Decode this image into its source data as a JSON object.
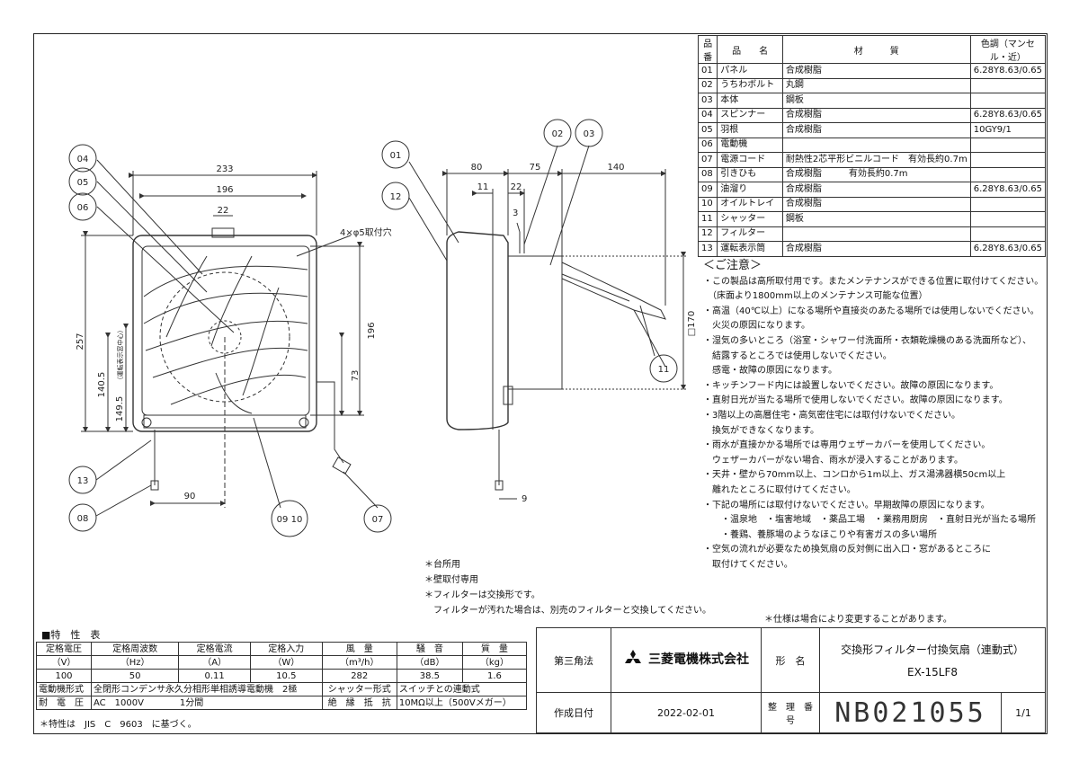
{
  "callouts": {
    "c01": "01",
    "c02": "02",
    "c03": "03",
    "c04": "04",
    "c05": "05",
    "c06": "06",
    "c07": "07",
    "c08": "08",
    "c0910": "09 10",
    "c11": "11",
    "c12": "12",
    "c13": "13"
  },
  "dims": {
    "d233": "233",
    "d196a": "196",
    "d22": "22",
    "d257": "257",
    "d196b": "196",
    "d73": "73",
    "d1405": "140.5",
    "d1495": "149.5",
    "d1495note": "（運転表示窓中心）",
    "d90": "90",
    "holes": "4×φ5取付穴",
    "d80": "80",
    "d75": "75",
    "d140": "140",
    "d11": "11",
    "d22b": "22",
    "d3": "3",
    "d170": "□170",
    "d9": "9"
  },
  "parts": {
    "headers": [
      "品番",
      "品　　名",
      "材　　　質",
      "色調（マンセル・近）"
    ],
    "rows": [
      {
        "no": "01",
        "name": "パネル",
        "material": "合成樹脂",
        "color": "6.28Y8.63/0.65"
      },
      {
        "no": "02",
        "name": "うちわボルト",
        "material": "丸鋼",
        "color": ""
      },
      {
        "no": "03",
        "name": "本体",
        "material": "鋼板",
        "color": ""
      },
      {
        "no": "04",
        "name": "スピンナー",
        "material": "合成樹脂",
        "color": "6.28Y8.63/0.65"
      },
      {
        "no": "05",
        "name": "羽根",
        "material": "合成樹脂",
        "color": "10GY9/1"
      },
      {
        "no": "06",
        "name": "電動機",
        "material": "",
        "color": ""
      },
      {
        "no": "07",
        "name": "電源コード",
        "material": "耐熱性2芯平形ビニルコード　有効長約0.7m",
        "color": ""
      },
      {
        "no": "08",
        "name": "引きひも",
        "material": "合成樹脂　　　有効長約0.7m",
        "color": ""
      },
      {
        "no": "09",
        "name": "油溜り",
        "material": "合成樹脂",
        "color": "6.28Y8.63/0.65"
      },
      {
        "no": "10",
        "name": "オイルトレイ",
        "material": "合成樹脂",
        "color": ""
      },
      {
        "no": "11",
        "name": "シャッター",
        "material": "鋼板",
        "color": ""
      },
      {
        "no": "12",
        "name": "フィルター",
        "material": "",
        "color": ""
      },
      {
        "no": "13",
        "name": "運転表示筒",
        "material": "合成樹脂",
        "color": "6.28Y8.63/0.65"
      }
    ]
  },
  "notes": {
    "title": "＜ご注意＞",
    "lines": [
      "・この製品は高所取付用です。またメンテナンスができる位置に取付けてください。",
      "　（床面より1800mm以上のメンテナンス可能な位置）",
      "・高温（40℃以上）になる場所や直接炎のあたる場所では使用しないでください。",
      "　火災の原因になります。",
      "・湿気の多いところ（浴室・シャワー付洗面所・衣類乾燥機のある洗面所など）、",
      "　結露するところでは使用しないでください。",
      "　感電・故障の原因になります。",
      "・キッチンフード内には設置しないでください。故障の原因になります。",
      "・直射日光が当たる場所で使用しないでください。故障の原因になります。",
      "・3階以上の高層住宅・高気密住宅には取付けないでください。",
      "　換気ができなくなります。",
      "・雨水が直接かかる場所では専用ウェザーカバーを使用してください。",
      "　ウェザーカバーがない場合、雨水が浸入することがあります。",
      "・天井・壁から70mm以上、コンロから1m以上、ガス湯沸器横50cm以上",
      "　離れたところに取付けてください。",
      "・下記の場所には取付けないでください。早期故障の原因になります。",
      "　　・温泉地　・塩害地域　・薬品工場　・業務用厨房　・直射日光が当たる場所",
      "　　・養鶏、養豚場のようなほこりや有害ガスの多い場所",
      "・空気の流れが必要なため換気扇の反対側に出入口・窓があるところに",
      "　取付けてください。"
    ]
  },
  "misc": [
    "＊台所用",
    "＊壁取付専用",
    "＊フィルターは交換形です。",
    "　フィルターが汚れた場合は、別売のフィルターと交換してください。"
  ],
  "spec_note": "＊仕様は場合により変更することがあります。",
  "specs": {
    "title": "■特　性　表",
    "headers": [
      "定格電圧",
      "定格周波数",
      "定格電流",
      "定格入力",
      "風　量",
      "騒　音",
      "質　量"
    ],
    "units": [
      "（V）",
      "（Hz）",
      "（A）",
      "（W）",
      "（m³/h）",
      "（dB）",
      "（kg）"
    ],
    "values": [
      "100",
      "50",
      "0.11",
      "10.5",
      "282",
      "38.5",
      "1.6"
    ],
    "motor_label": "電動機形式",
    "motor_value": "全閉形コンデンサ永久分相形単相誘導電動機　2極",
    "shutter_label": "シャッター形式",
    "shutter_value": "スイッチとの連動式",
    "withstand_label": "耐　電　圧",
    "withstand_value": "AC　1000V　　　　1分間",
    "insulation_label": "絶　縁　抵　抗",
    "insulation_value": "10MΩ以上（500Vメガー）",
    "footnote": "＊特性は　JIS　C　9603　に基づく。"
  },
  "title_block": {
    "projection": "第三角法",
    "company": "三菱電機株式会社",
    "model_label": "形　名",
    "product": "交換形フィルター付換気扇（連動式）",
    "model": "EX-15LF8",
    "date_label": "作成日付",
    "date": "2022-02-01",
    "number_label": "整　理　番　号",
    "number": "NB021055",
    "page": "1/1"
  }
}
